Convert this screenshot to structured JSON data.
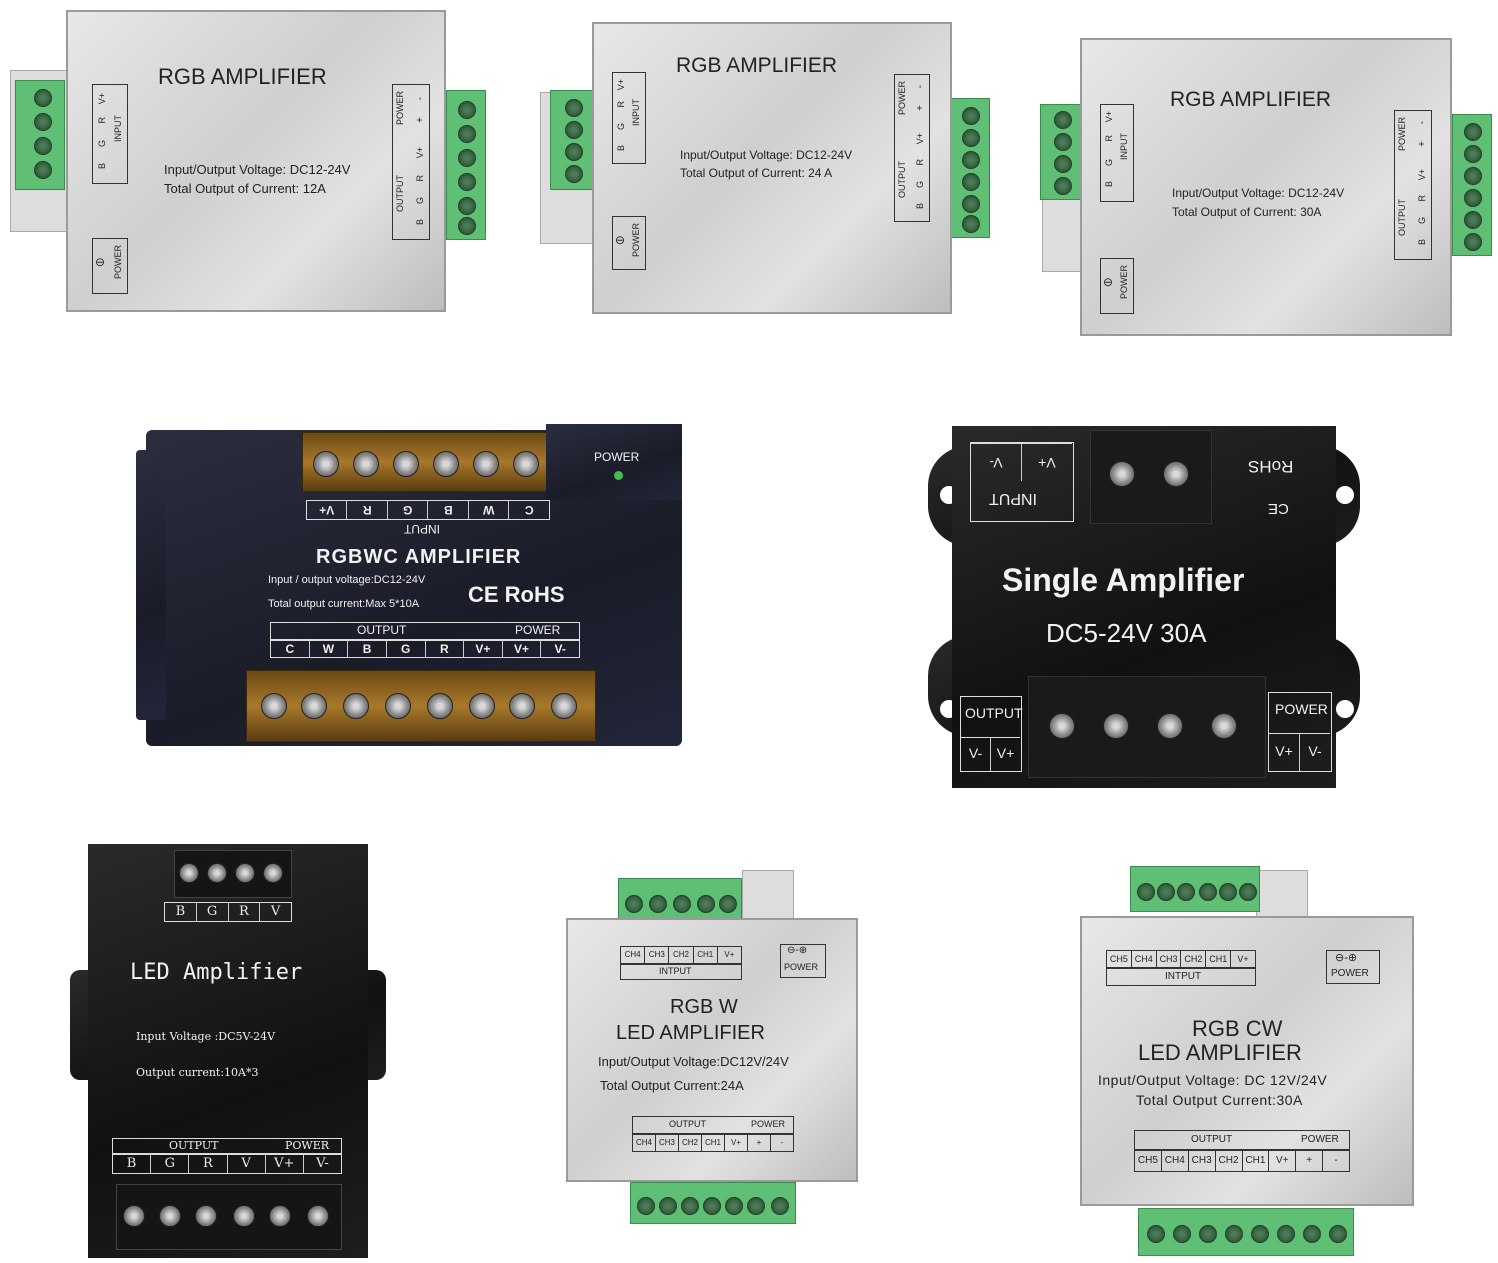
{
  "p1": {
    "title": "RGB  AMPLIFIER",
    "line1": "Input/Output Voltage: DC12-24V",
    "line2": "Total Output of Current: 12A",
    "input_label": "INPUT",
    "input_pins": [
      "V+",
      "R",
      "G",
      "B"
    ],
    "output_label": "OUTPUT",
    "output_pins": [
      "B",
      "G",
      "R",
      "V+"
    ],
    "power_label": "POWER",
    "power_pins": [
      "+",
      "-"
    ],
    "jack_label": "POWER"
  },
  "p2": {
    "title": "RGB  AMPLIFIER",
    "line1": "Input/Output Voltage: DC12-24V",
    "line2": "Total Output of Current: 24 A",
    "input_label": "INPUT",
    "input_pins": [
      "V+",
      "R",
      "G",
      "B"
    ],
    "output_label": "OUTPUT",
    "output_pins": [
      "B",
      "G",
      "R",
      "V+"
    ],
    "power_label": "POWER",
    "power_pins": [
      "+",
      "-"
    ],
    "jack_label": "POWER"
  },
  "p3": {
    "title": "RGB  AMPLIFIER",
    "line1": "Input/Output Voltage: DC12-24V",
    "line2": "Total Output of Current: 30A",
    "input_label": "INPUT",
    "input_pins": [
      "V+",
      "R",
      "G",
      "B"
    ],
    "output_label": "OUTPUT",
    "output_pins": [
      "B",
      "G",
      "R",
      "V+"
    ],
    "power_label": "POWER",
    "power_pins": [
      "+",
      "-"
    ],
    "jack_label": "POWER"
  },
  "p4": {
    "led_label": "POWER",
    "input_pins": [
      "C",
      "W",
      "B",
      "G",
      "R",
      "V+"
    ],
    "input_label": "INPUT",
    "title": "RGBWC AMPLIFIER",
    "line1": "Input / output voltage:DC12-24V",
    "line2": "Total output current:Max 5*10A",
    "marks": "CE RoHS",
    "output_label": "OUTPUT",
    "power_label": "POWER",
    "output_pins": [
      "C",
      "W",
      "B",
      "G",
      "R",
      "V+",
      "V+",
      "V-"
    ]
  },
  "p5": {
    "input_pins": [
      "V-",
      "V+"
    ],
    "input_label": "INPUT",
    "rohs": "RoHS",
    "ce": "CE",
    "title": "Single Amplifier",
    "subtitle": "DC5-24V  30A",
    "output_label": "OUTPUT",
    "output_pins": [
      "V-",
      "V+"
    ],
    "power_label": "POWER",
    "power_pins": [
      "V+",
      "V-"
    ]
  },
  "p6": {
    "input_pins": [
      "B",
      "G",
      "R",
      "V"
    ],
    "title": "LED Amplifier",
    "line1": "Input Voltage :DC5V-24V",
    "line2": "Output current:10A*3",
    "output_label": "OUTPUT",
    "power_label": "POWER",
    "output_pins": [
      "B",
      "G",
      "R",
      "V",
      "V+",
      "V-"
    ]
  },
  "p7": {
    "input_pins": [
      "CH4",
      "CH3",
      "CH2",
      "CH1",
      "V+"
    ],
    "input_label": "INTPUT",
    "jack_label": "POWER",
    "title1": "RGB W",
    "title2": "LED AMPLIFIER",
    "line1": "Input/Output Voltage:DC12V/24V",
    "line2": "Total Output Current:24A",
    "output_label": "OUTPUT",
    "power_label": "POWER",
    "output_pins": [
      "CH4",
      "CH3",
      "CH2",
      "CH1",
      "V+",
      "+",
      "-"
    ]
  },
  "p8": {
    "input_pins": [
      "CH5",
      "CH4",
      "CH3",
      "CH2",
      "CH1",
      "V+"
    ],
    "input_label": "INTPUT",
    "jack_label": "POWER",
    "title1": "RGB CW",
    "title2": "LED AMPLIFIER",
    "line1": "Input/Output Voltage:  DC 12V/24V",
    "line2": "Total Output Current:30A",
    "output_label": "OUTPUT",
    "power_label": "POWER",
    "output_pins": [
      "CH5",
      "CH4",
      "CH3",
      "CH2",
      "CH1",
      "V+",
      "+",
      "-"
    ]
  }
}
